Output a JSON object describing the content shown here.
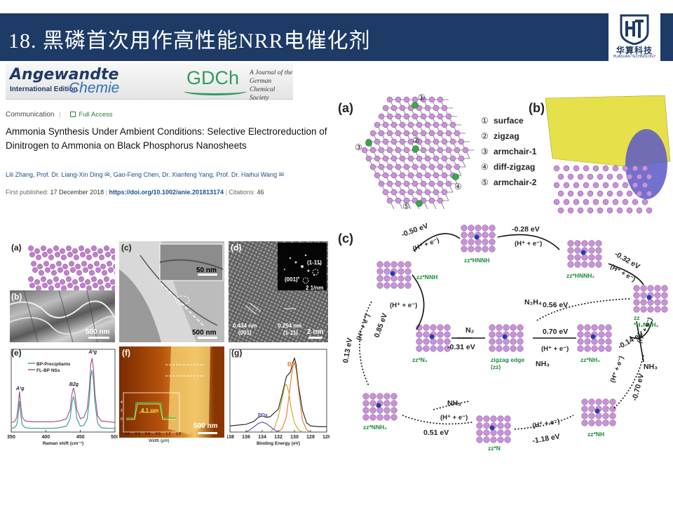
{
  "slide": {
    "title": "18. 黑磷首次用作高性能NRR电催化剂",
    "logo_text": "华算科技",
    "logo_subtext": "HUASUAN TECHNOLOGY"
  },
  "paper": {
    "journal_name": "Angewandte",
    "journal_edition": "International Edition",
    "journal_chemie": "Chemie",
    "society_logo": "GDCh",
    "society_line1": "A Journal of the",
    "society_line2": "German",
    "society_line3": "Chemical Society",
    "article_type": "Communication",
    "access": "Full Access",
    "title": "Ammonia Synthesis Under Ambient Conditions: Selective Electroreduction of Dinitrogen to Ammonia on Black Phosphorus Nanosheets",
    "authors": "Lili Zhang,  Prof. Dr. Liang-Xin Ding ✉,  Gao-Feng Chen,  Dr. Xianfeng Yang,  Prof. Dr. Haihui Wang ✉",
    "first_published_label": "First published:",
    "first_published": "17 December 2018",
    "doi": "https://doi.org/10.1002/anie.201813174",
    "citations_label": "Citations:",
    "citations": "46"
  },
  "figure_left": {
    "labels": {
      "a": "(a)",
      "b": "(b)",
      "c": "(c)",
      "d": "(d)",
      "e": "(e)",
      "f": "(f)",
      "g": "(g)"
    },
    "scale_b": "500 nm",
    "scale_c_inset": "50 nm",
    "scale_c": "500 nm",
    "scale_d": "2 nm",
    "d_spot1": "(1-11)",
    "d_spot2": "(001)",
    "d_inset_scale": "2 1/nm",
    "d_spacing1": "0.434 nm",
    "d_plane1": "(001)",
    "d_spacing2": "0.254 nm",
    "d_plane2": "(1-11)",
    "scale_f": "500 nm",
    "f_height": "4.1 nm",
    "f_xlabel": "Width (μm)",
    "f_ylabel": "Height (nm)",
    "f_xticks": [
      "0.0",
      "0.3",
      "0.6",
      "0.9",
      "1.2",
      "1.5"
    ],
    "f_yticks": [
      "4",
      "2",
      "0"
    ],
    "g_bp": "BP",
    "g_pox": "POx"
  },
  "chart_data": [
    {
      "type": "line",
      "title": "",
      "xlabel": "Raman shift (cm⁻¹)",
      "ylabel": "",
      "xlim": [
        350,
        500
      ],
      "xticks": [
        350,
        400,
        450,
        500
      ],
      "legend": "top-left",
      "peak_labels": [
        {
          "text": "A¹g",
          "x": 362
        },
        {
          "text": "B2g",
          "x": 439
        },
        {
          "text": "A²g",
          "x": 467
        }
      ],
      "series": [
        {
          "name": "BP-Precipitants",
          "color": "#2e9c8a",
          "x": [
            350,
            355,
            358,
            360,
            362,
            364,
            366,
            370,
            380,
            390,
            400,
            410,
            420,
            430,
            435,
            438,
            440,
            442,
            445,
            450,
            455,
            460,
            463,
            465,
            467,
            469,
            471,
            475,
            480,
            490,
            500
          ],
          "values": [
            0.05,
            0.06,
            0.1,
            0.22,
            0.42,
            0.22,
            0.1,
            0.06,
            0.05,
            0.05,
            0.05,
            0.05,
            0.06,
            0.08,
            0.18,
            0.4,
            0.48,
            0.4,
            0.18,
            0.08,
            0.09,
            0.18,
            0.45,
            0.75,
            0.84,
            0.7,
            0.4,
            0.12,
            0.06,
            0.05,
            0.05
          ]
        },
        {
          "name": "FL-BP NSs",
          "color": "#a24a86",
          "x": [
            350,
            355,
            358,
            360,
            362,
            364,
            366,
            370,
            380,
            390,
            400,
            410,
            420,
            430,
            435,
            438,
            440,
            442,
            445,
            450,
            455,
            460,
            463,
            465,
            467,
            469,
            471,
            475,
            480,
            490,
            500
          ],
          "values": [
            0.13,
            0.14,
            0.2,
            0.35,
            0.55,
            0.35,
            0.2,
            0.15,
            0.14,
            0.14,
            0.14,
            0.14,
            0.15,
            0.18,
            0.3,
            0.52,
            0.6,
            0.52,
            0.3,
            0.18,
            0.2,
            0.32,
            0.6,
            0.92,
            1.0,
            0.85,
            0.52,
            0.22,
            0.15,
            0.14,
            0.13
          ]
        }
      ]
    },
    {
      "type": "line",
      "title": "",
      "xlabel": "Binding Energy (eV)",
      "ylabel": "",
      "xlim": [
        138,
        126
      ],
      "xticks": [
        138,
        136,
        134,
        132,
        130,
        128,
        126
      ],
      "annotations": [
        {
          "text": "BP",
          "x": 130
        },
        {
          "text": "POx",
          "x": 134
        }
      ],
      "series": [
        {
          "color": "#1a1a1a",
          "x": [
            138,
            137,
            136,
            135,
            134.5,
            134,
            133.5,
            133,
            132,
            131.5,
            131,
            130.5,
            130.2,
            130,
            129.8,
            129.5,
            129,
            128.5,
            128,
            127,
            126
          ],
          "values": [
            0.08,
            0.09,
            0.1,
            0.14,
            0.19,
            0.21,
            0.19,
            0.2,
            0.3,
            0.5,
            0.72,
            0.78,
            0.9,
            0.96,
            0.88,
            0.6,
            0.28,
            0.12,
            0.08,
            0.07,
            0.07
          ]
        },
        {
          "color": "#e07a2a",
          "x": [
            132,
            131.5,
            131,
            130.7,
            130.4,
            130.2,
            130,
            129.8,
            129.5,
            129.2,
            129,
            128.5,
            128
          ],
          "values": [
            0.0,
            0.05,
            0.2,
            0.45,
            0.7,
            0.85,
            0.9,
            0.82,
            0.55,
            0.3,
            0.15,
            0.03,
            0.0
          ]
        },
        {
          "color": "#c9a227",
          "x": [
            133,
            132.5,
            132,
            131.5,
            131.2,
            131,
            130.7,
            130.4,
            130,
            129.5,
            129
          ],
          "values": [
            0.0,
            0.05,
            0.2,
            0.45,
            0.6,
            0.62,
            0.52,
            0.3,
            0.12,
            0.03,
            0.0
          ]
        },
        {
          "color": "#4a4fb8",
          "x": [
            136,
            135.5,
            135,
            134.5,
            134,
            133.5,
            133,
            132.5,
            132
          ],
          "values": [
            0.0,
            0.03,
            0.07,
            0.11,
            0.13,
            0.11,
            0.07,
            0.03,
            0.0
          ]
        }
      ]
    }
  ],
  "figure_right": {
    "label_a": "(a)",
    "label_b": "(b)",
    "label_c": "(c)",
    "site_labels": [
      "①",
      "②",
      "③",
      "④",
      "⑤"
    ],
    "legend": [
      {
        "num": "①",
        "text": "surface"
      },
      {
        "num": "②",
        "text": "zigzag"
      },
      {
        "num": "③",
        "text": "armchair-1"
      },
      {
        "num": "④",
        "text": "diff-zigzag"
      },
      {
        "num": "⑤",
        "text": "armchair-2"
      }
    ],
    "states": {
      "zzNNH": "zz*NNH",
      "zzHNNH": "zz*HNNH",
      "zzHNNH2": "zz*HNNH₂",
      "zzH2NNH2": "zz\n*H₂NNH₂",
      "zzN2": "zz*N₂",
      "zigzag_edge": "zigzag edge\n(zz)",
      "zzNH2_mid": "zz*NH₂",
      "zzNNH2": "zz*NNH₂",
      "zzN": "zz*N",
      "zzNH": "zz*NH"
    },
    "energies": {
      "e1": "-0.50 eV",
      "e2": "-0.28 eV",
      "e3": "-0.32 eV",
      "e4": "0.85 eV",
      "e5": "0.56 eV",
      "e6": "0.13 eV",
      "e7": "-0.31 eV",
      "e8": "0.70 eV",
      "e9": "-0.14 eV",
      "e10": "-0.70 eV",
      "e11": "0.51 eV",
      "e12": "-1.18 eV"
    },
    "hplus": "(H⁺ + e⁻)",
    "species": {
      "n2": "N₂",
      "n2h4": "N₂H₄",
      "nh3": "NH₃"
    }
  }
}
